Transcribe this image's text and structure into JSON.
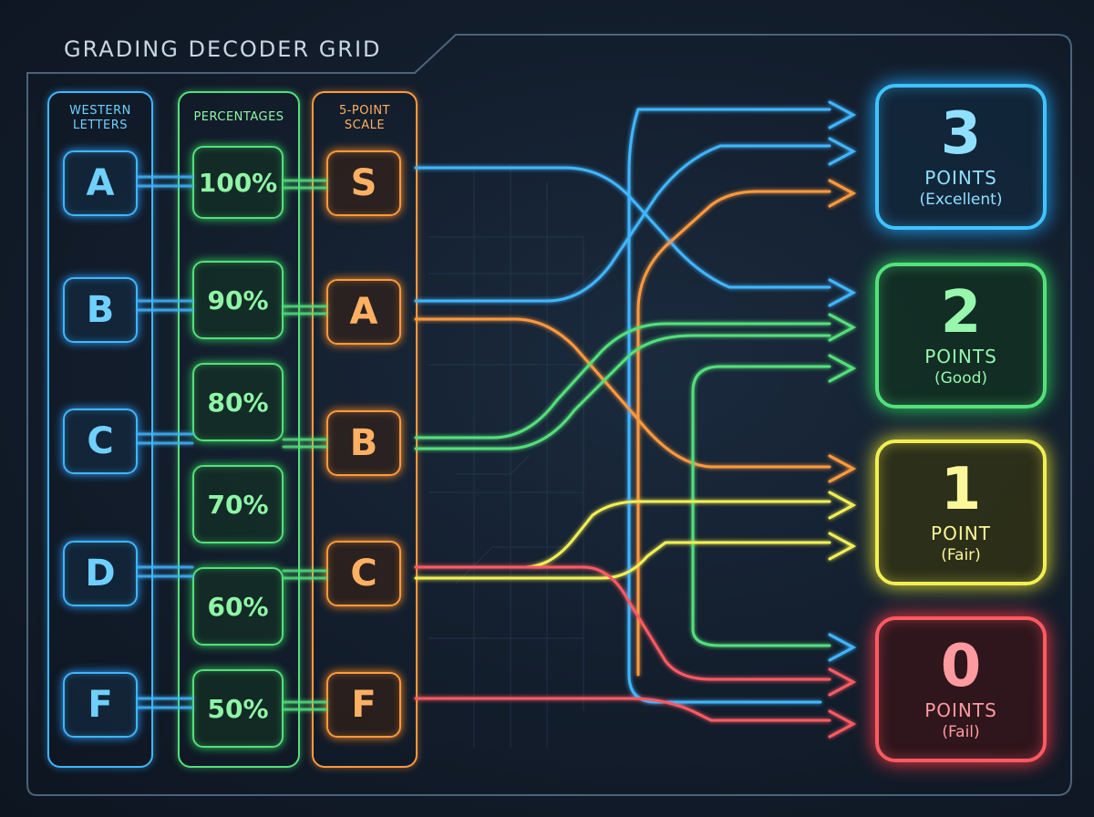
{
  "title": "GRADING DECODER GRID",
  "columns": {
    "western": {
      "header_line1": "WESTERN",
      "header_line2": "LETTERS",
      "items": [
        "A",
        "B",
        "C",
        "D",
        "F"
      ]
    },
    "percentages": {
      "header": "PERCENTAGES",
      "items": [
        "100%",
        "90%",
        "80%",
        "70%",
        "60%",
        "50%"
      ]
    },
    "five_point": {
      "header_line1": "5-POINT",
      "header_line2": "SCALE",
      "items": [
        "S",
        "A",
        "B",
        "C",
        "F"
      ]
    }
  },
  "scores": [
    {
      "number": "3",
      "unit": "POINTS",
      "desc": "(Excellent)",
      "color": "#3fc4ff"
    },
    {
      "number": "2",
      "unit": "POINTS",
      "desc": "(Good)",
      "color": "#52e27a"
    },
    {
      "number": "1",
      "unit": "POINT",
      "desc": "(Fair)",
      "color": "#f2ef52"
    },
    {
      "number": "0",
      "unit": "POINTS",
      "desc": "(Fail)",
      "color": "#ff5a62"
    }
  ],
  "colors": {
    "blue": "#3fb6ff",
    "green": "#53e07a",
    "orange": "#ff9a3c",
    "yellow": "#f2ef52",
    "red": "#ff5a62",
    "frame": "#5d7690"
  }
}
